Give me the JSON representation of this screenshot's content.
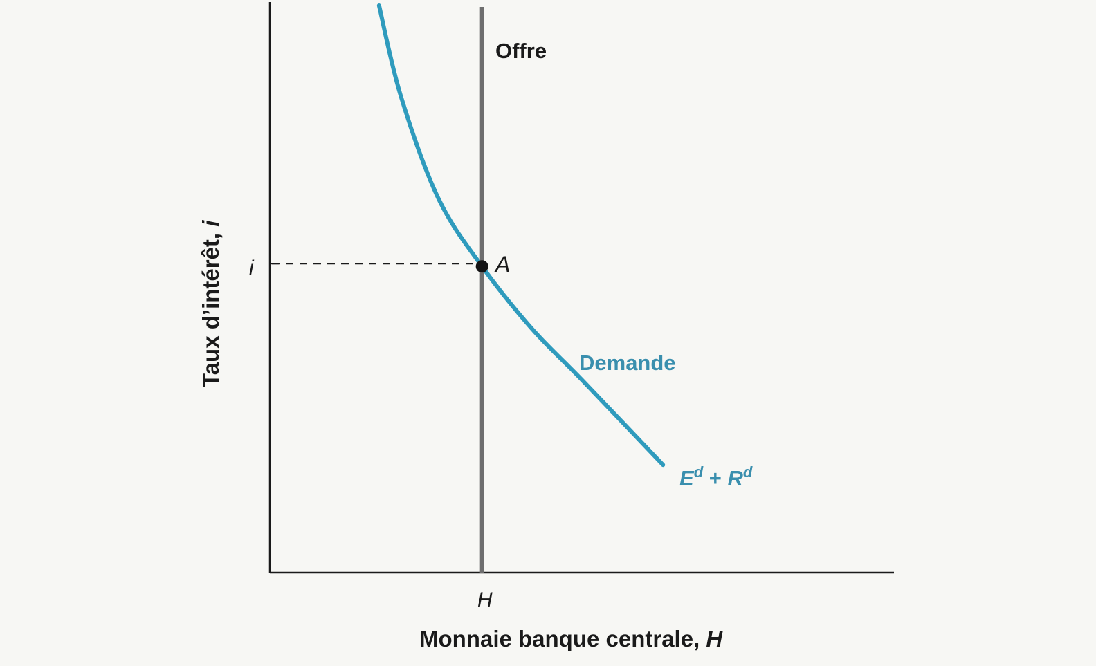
{
  "colors": {
    "background": "#f7f7f4",
    "axis": "#1a1a1a",
    "supply": "#6e6e6e",
    "demand": "#2f9bbd",
    "demand_label": "#3a8fae",
    "text": "#1a1a1a",
    "point": "#141414"
  },
  "labels": {
    "y_axis_label": "Taux d’intérêt, ",
    "y_axis_var": "i",
    "x_axis_label": "Monnaie banque centrale, ",
    "x_axis_var": "H",
    "supply_curve": "Offre",
    "demand_curve": "Demande",
    "demand_formula": {
      "E": "E",
      "d1": "d",
      "plus": " + ",
      "R": "R",
      "d2": "d"
    },
    "equilibrium_point": "A",
    "i_tick": "i",
    "h_tick": "H"
  },
  "chart_data": {
    "type": "line",
    "title": "",
    "xlabel": "Monnaie banque centrale, H",
    "ylabel": "Taux d’intérêt, i",
    "grid": false,
    "series": [
      {
        "name": "Offre",
        "kind": "vertical",
        "x": 0.34
      },
      {
        "name": "Demande",
        "kind": "decreasing-convex",
        "points": [
          [
            0.175,
            1.0
          ],
          [
            0.21,
            0.84
          ],
          [
            0.27,
            0.66
          ],
          [
            0.34,
            0.54
          ],
          [
            0.42,
            0.43
          ],
          [
            0.5,
            0.34
          ],
          [
            0.63,
            0.19
          ]
        ]
      }
    ],
    "equilibrium": {
      "label": "A",
      "x": 0.34,
      "y": 0.54
    },
    "ticks": {
      "x": [
        "H"
      ],
      "y": [
        "i"
      ]
    },
    "xlim": [
      0,
      1
    ],
    "ylim": [
      0,
      1
    ]
  }
}
